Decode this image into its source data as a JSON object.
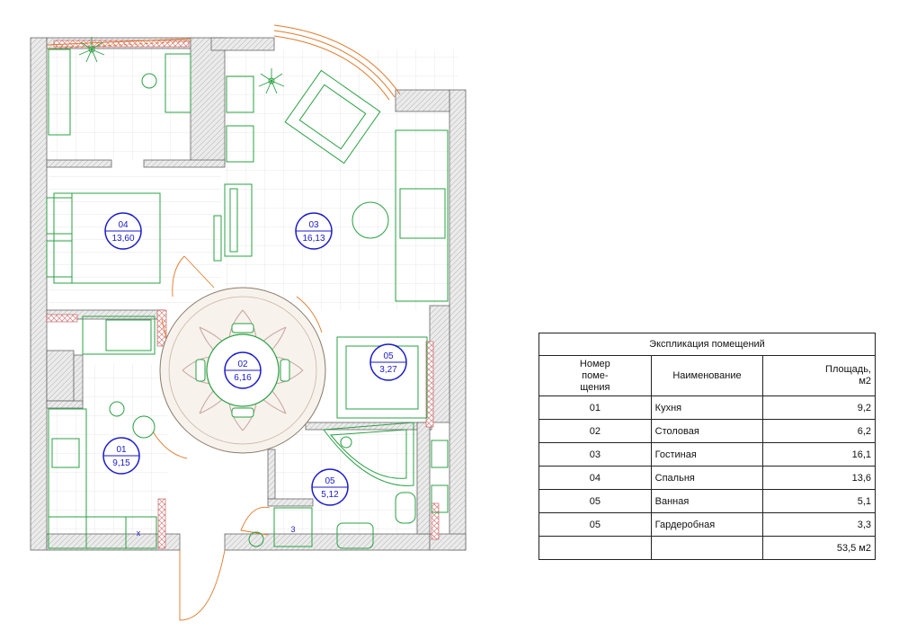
{
  "plan": {
    "rooms": [
      {
        "id": "04",
        "area": "13,60"
      },
      {
        "id": "03",
        "area": "16,13"
      },
      {
        "id": "05",
        "area": "3,27"
      },
      {
        "id": "02",
        "area": "6,16"
      },
      {
        "id": "01",
        "area": "9,15"
      },
      {
        "id": "05",
        "area": "5,12"
      }
    ],
    "fixture_labels": {
      "washer": "3",
      "stove": "x"
    }
  },
  "explication": {
    "title": "Экспликация помещений",
    "headers": {
      "number": [
        "Номер",
        "поме-",
        "щения"
      ],
      "name": "Наименование",
      "area": [
        "Площадь,",
        "м2"
      ]
    },
    "rows": [
      {
        "num": "01",
        "name": "Кухня",
        "area": "9,2"
      },
      {
        "num": "02",
        "name": "Столовая",
        "area": "6,2"
      },
      {
        "num": "03",
        "name": "Гостиная",
        "area": "16,1"
      },
      {
        "num": "04",
        "name": "Спальня",
        "area": "13,6"
      },
      {
        "num": "05",
        "name": "Ванная",
        "area": "5,1"
      },
      {
        "num": "05",
        "name": "Гардеробная",
        "area": "3,3"
      }
    ],
    "total": "53,5 м2"
  }
}
